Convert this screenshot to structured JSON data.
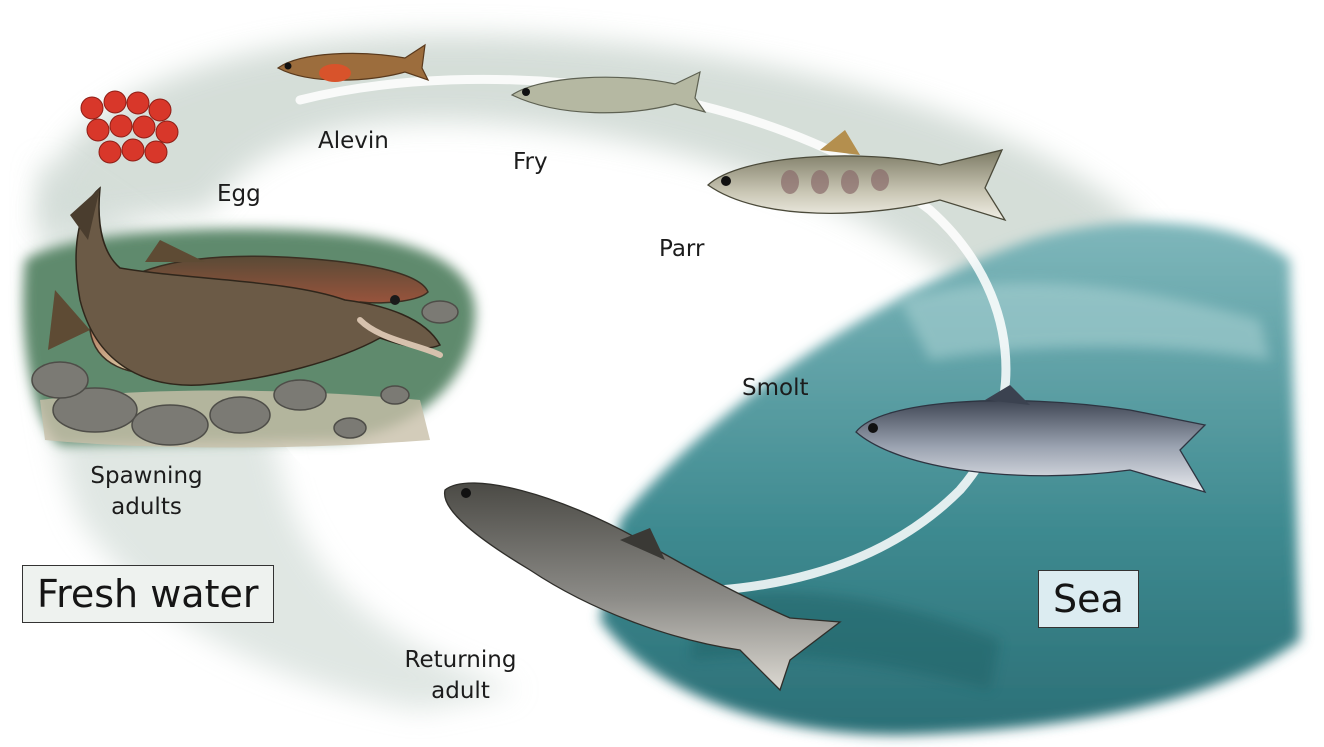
{
  "stages": {
    "egg": "Egg",
    "alevin": "Alevin",
    "fry": "Fry",
    "parr": "Parr",
    "smolt": "Smolt",
    "returning_adult_line1": "Returning",
    "returning_adult_line2": "adult",
    "spawning_adults_line1": "Spawning",
    "spawning_adults_line2": "adults"
  },
  "environments": {
    "fresh_water": "Fresh water",
    "sea": "Sea"
  },
  "colors": {
    "egg": "#d8372a",
    "sea_deep": "#2f7f86",
    "sea_light": "#8fc1c4",
    "fresh_pool": "#5a8a6a",
    "river_wash": "#c9d6cf"
  }
}
